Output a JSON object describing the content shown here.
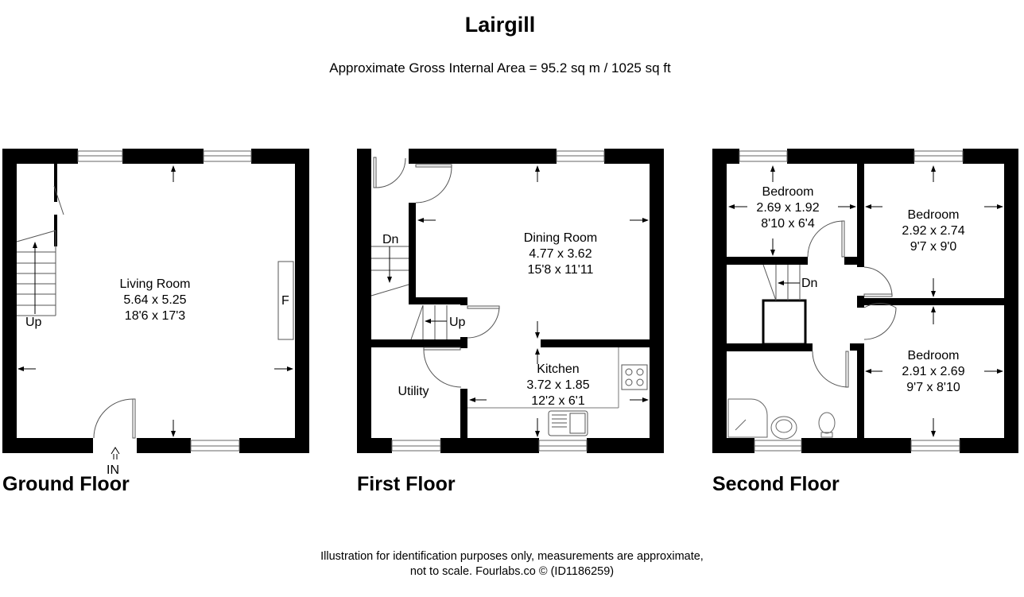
{
  "header": {
    "title": "Lairgill",
    "subtitle": "Approximate Gross Internal Area = 95.2 sq m / 1025 sq ft"
  },
  "floors": [
    {
      "label": "Ground Floor",
      "rooms": [
        {
          "name": "Living Room",
          "metric": "5.64 x 5.25",
          "imperial": "18'6 x 17'3"
        }
      ],
      "annotations": {
        "stairs": "Up",
        "fireplace": "F",
        "entrance": "IN"
      }
    },
    {
      "label": "First Floor",
      "rooms": [
        {
          "name": "Dining Room",
          "metric": "4.77 x 3.62",
          "imperial": "15'8 x 11'11"
        },
        {
          "name": "Kitchen",
          "metric": "3.72 x 1.85",
          "imperial": "12'2 x 6'1"
        },
        {
          "name": "Utility",
          "metric": "",
          "imperial": ""
        }
      ],
      "annotations": {
        "stairs_down": "Dn",
        "stairs_up": "Up"
      }
    },
    {
      "label": "Second Floor",
      "rooms": [
        {
          "name": "Bedroom",
          "metric": "2.69 x 1.92",
          "imperial": "8'10 x 6'4"
        },
        {
          "name": "Bedroom",
          "metric": "2.92 x 2.74",
          "imperial": "9'7 x 9'0"
        },
        {
          "name": "Bedroom",
          "metric": "2.91 x 2.69",
          "imperial": "9'7 x 8'10"
        }
      ],
      "annotations": {
        "stairs_down": "Dn"
      }
    }
  ],
  "footer": {
    "line1": "Illustration for identification purposes only, measurements are approximate,",
    "line2": "not to scale. Fourlabs.co © (ID1186259)"
  }
}
